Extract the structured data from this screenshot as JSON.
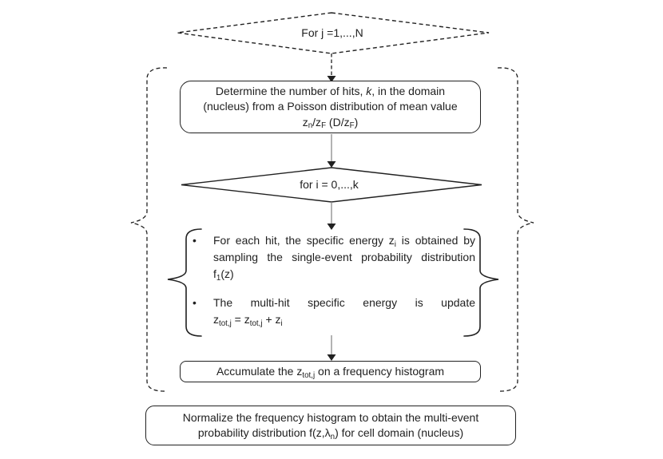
{
  "colors": {
    "ink": "#212121",
    "arrow_shaft": "#8a8a8a",
    "background": "#ffffff"
  },
  "outer_loop": {
    "label": "For j =1,...,N"
  },
  "poisson_box": {
    "lines": [
      [
        {
          "t": "Determine the number of hits, "
        },
        {
          "t": "k",
          "i": true
        },
        {
          "t": ", in the domain"
        }
      ],
      [
        {
          "t": "(nucleus) from a Poisson distribution of mean value"
        }
      ],
      [
        {
          "t": "z"
        },
        {
          "t": "n",
          "s": true
        },
        {
          "t": "/z"
        },
        {
          "t": "F",
          "s": true
        },
        {
          "t": " (D/z"
        },
        {
          "t": "F",
          "s": true
        },
        {
          "t": ")"
        }
      ]
    ]
  },
  "inner_loop": {
    "label": "for i = 0,...,k"
  },
  "hit_bullets": {
    "glyph": "•",
    "items": [
      {
        "lines": [
          [
            {
              "t": "For each hit, the specific energy z"
            },
            {
              "t": "i",
              "s": true
            },
            {
              "t": " is obtained by"
            }
          ],
          [
            {
              "t": "sampling the single-event probability distribution"
            }
          ],
          [
            {
              "t": "f"
            },
            {
              "t": "1",
              "s": true
            },
            {
              "t": "(z)"
            }
          ]
        ]
      },
      {
        "lines": [
          [
            {
              "t": "The multi-hit specific energy is update"
            }
          ],
          [
            {
              "t": "z"
            },
            {
              "t": "tot,j",
              "s": true
            },
            {
              "t": " = z"
            },
            {
              "t": "tot,j",
              "s": true
            },
            {
              "t": " + z"
            },
            {
              "t": "i",
              "s": true
            }
          ]
        ]
      }
    ]
  },
  "accumulate_box": {
    "segments": [
      {
        "t": "Accumulate the z"
      },
      {
        "t": "tot,j",
        "s": true
      },
      {
        "t": " on a frequency histogram"
      }
    ]
  },
  "normalize_box": {
    "lines": [
      [
        {
          "t": "Normalize the frequency histogram to obtain the multi-event"
        }
      ],
      [
        {
          "t": "probability distribution f(z,λ"
        },
        {
          "t": "n",
          "s": true
        },
        {
          "t": ") for cell domain (nucleus)"
        }
      ]
    ]
  }
}
